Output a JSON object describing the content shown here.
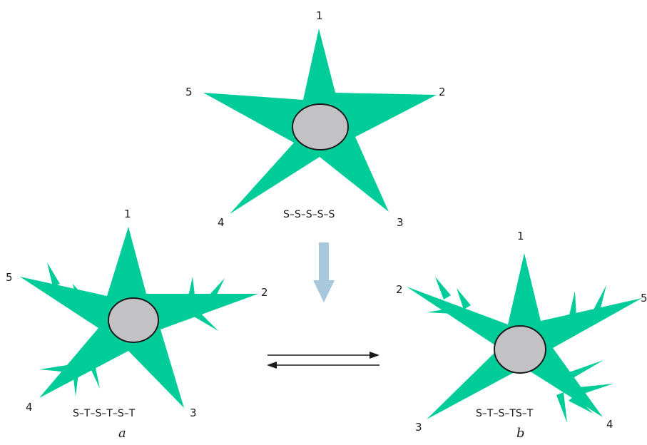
{
  "top": {
    "labels": [
      "1",
      "2",
      "3",
      "4",
      "5"
    ],
    "sequence": "S–S–S–S–S"
  },
  "left": {
    "labels": [
      "1",
      "2",
      "3",
      "4",
      "5"
    ],
    "sequence": "S–T–S–T–S–T",
    "caption": "a"
  },
  "right": {
    "labels": [
      "1",
      "2",
      "3",
      "4",
      "5"
    ],
    "sequence": "S–T–S–TS–T",
    "caption": "b"
  },
  "colors": {
    "arm": "#00cc99",
    "core": "#c2c2c4",
    "arrow": "#a7c7dc"
  }
}
